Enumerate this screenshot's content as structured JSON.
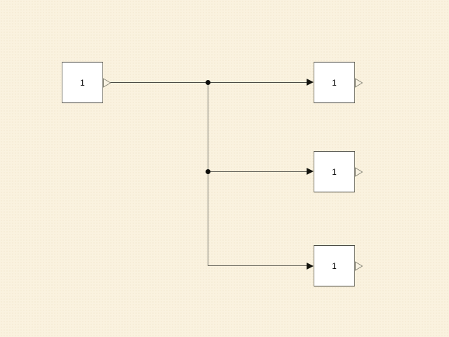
{
  "diagram": {
    "type": "block-diagram",
    "canvas_background": "#faf2df",
    "block_fill": "#ffffff",
    "block_border_color": "#403f36",
    "wire_color": "#4c4c45",
    "arrowhead_color": "#14140e",
    "blocks": [
      {
        "id": "source-block",
        "label": "1",
        "ports": {
          "output": 1,
          "input": 0
        }
      },
      {
        "id": "sink-block-1",
        "label": "1",
        "ports": {
          "output": 1,
          "input": 1
        }
      },
      {
        "id": "sink-block-2",
        "label": "1",
        "ports": {
          "output": 1,
          "input": 1
        }
      },
      {
        "id": "sink-block-3",
        "label": "1",
        "ports": {
          "output": 1,
          "input": 1
        }
      }
    ],
    "connections": [
      {
        "from": "source-block",
        "to": "sink-block-1"
      },
      {
        "from": "source-block",
        "to": "sink-block-2"
      },
      {
        "from": "source-block",
        "to": "sink-block-3"
      }
    ],
    "branch_points": 2
  }
}
